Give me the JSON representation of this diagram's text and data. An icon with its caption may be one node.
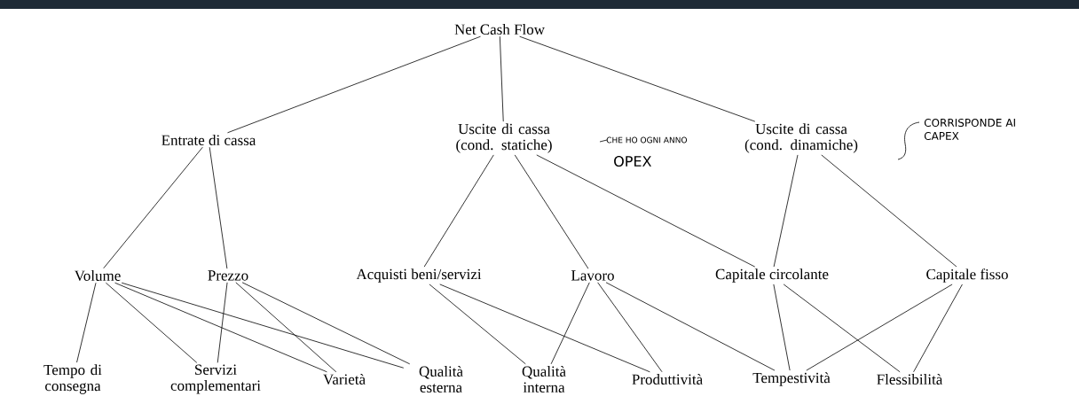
{
  "diagram": {
    "nodes": [
      {
        "text": [
          "Net Cash Flow"
        ]
      },
      {
        "text": [
          "Entrate di cassa"
        ]
      },
      {
        "text": [
          "Uscite di cassa (cond. statiche)"
        ],
        "beside": [
          "CHE HO OGNI ANNO",
          "OPEX"
        ]
      },
      {
        "text": [
          "Uscite di cassa (cond. dinamiche)"
        ]
      },
      {
        "text": [
          "Volume"
        ]
      },
      {
        "text": [
          "Prezzo"
        ]
      },
      {
        "text": [
          "Acquisti beni/servizi"
        ]
      },
      {
        "text": [
          "Lavoro"
        ]
      },
      {
        "text": [
          "Capitale circolante"
        ]
      },
      {
        "text": [
          "Capitale fisso"
        ]
      },
      {
        "text": [
          "Tempo di consegna"
        ]
      },
      {
        "text": [
          "Servizi complementari"
        ]
      },
      {
        "text": [
          "Varietà"
        ]
      },
      {
        "text": [
          "Qualità esterna"
        ]
      },
      {
        "text": [
          "Qualità interna"
        ]
      },
      {
        "text": [
          "Produttività"
        ]
      },
      {
        "text": [
          "Tempestività"
        ]
      },
      {
        "text": [
          "Flessibilità"
        ]
      }
    ],
    "edges": [
      {
        "from": 0,
        "to": 1,
        "arrow": "none"
      },
      {
        "from": 0,
        "to": 2,
        "arrow": "none"
      },
      {
        "from": 0,
        "to": 3,
        "arrow": "none"
      },
      {
        "from": 1,
        "to": 4,
        "arrow": "none"
      },
      {
        "from": 1,
        "to": 5,
        "arrow": "none"
      },
      {
        "from": 2,
        "to": 6,
        "arrow": "none"
      },
      {
        "from": 2,
        "to": 7,
        "arrow": "none"
      },
      {
        "from": 2,
        "to": 8,
        "arrow": "none"
      },
      {
        "from": 3,
        "to": 8,
        "arrow": "none"
      },
      {
        "from": 3,
        "to": 9,
        "arrow": "none"
      },
      {
        "from": 4,
        "to": 10,
        "arrow": "none"
      },
      {
        "from": 4,
        "to": 11,
        "arrow": "none"
      },
      {
        "from": 4,
        "to": 12,
        "arrow": "none"
      },
      {
        "from": 4,
        "to": 13,
        "arrow": "none"
      },
      {
        "from": 5,
        "to": 11,
        "arrow": "none"
      },
      {
        "from": 5,
        "to": 12,
        "arrow": "none"
      },
      {
        "from": 5,
        "to": 13,
        "arrow": "none"
      },
      {
        "from": 6,
        "to": 14,
        "arrow": "none"
      },
      {
        "from": 6,
        "to": 15,
        "arrow": "none"
      },
      {
        "from": 7,
        "to": 14,
        "arrow": "none"
      },
      {
        "from": 7,
        "to": 15,
        "arrow": "none"
      },
      {
        "from": 7,
        "to": 16,
        "arrow": "none"
      },
      {
        "from": 8,
        "to": 16,
        "arrow": "none"
      },
      {
        "from": 8,
        "to": 17,
        "arrow": "none"
      },
      {
        "from": 9,
        "to": 16,
        "arrow": "none"
      },
      {
        "from": 9,
        "to": 17,
        "arrow": "none"
      }
    ],
    "labels": [
      "CORRISPONDE AI CAPEX"
    ]
  }
}
